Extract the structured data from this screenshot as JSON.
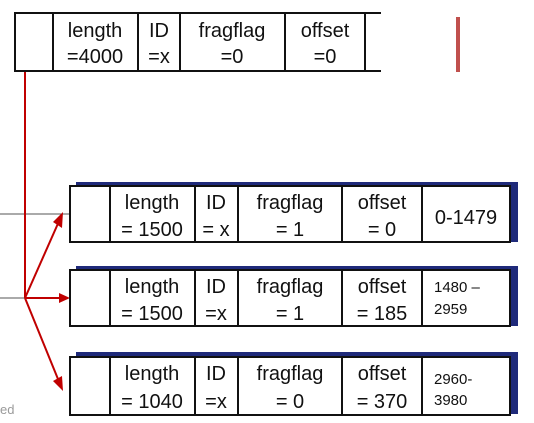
{
  "colors": {
    "original_shadow": "#c0504d",
    "fragment_shadow": "#1f2a7a",
    "arrow": "#c00000",
    "border": "#111111"
  },
  "original": {
    "length_label": "length",
    "length_value": "=4000",
    "id_label": "ID",
    "id_value": "=x",
    "fragflag_label": "fragflag",
    "fragflag_value": "=0",
    "offset_label": "offset",
    "offset_value": "=0"
  },
  "fragments": [
    {
      "length_label": "length",
      "length_value": "= 1500",
      "id_label": "ID",
      "id_value": "= x",
      "fragflag_label": "fragflag",
      "fragflag_value": "= 1",
      "offset_label": "offset",
      "offset_value": "= 0",
      "range": [
        "0-1479"
      ]
    },
    {
      "length_label": "length",
      "length_value": "= 1500",
      "id_label": "ID",
      "id_value": "=x",
      "fragflag_label": "fragflag",
      "fragflag_value": "= 1",
      "offset_label": "offset",
      "offset_value": "= 185",
      "range": [
        "1480 –",
        "2959"
      ]
    },
    {
      "length_label": "length",
      "length_value": "= 1040",
      "id_label": "ID",
      "id_value": "=x",
      "fragflag_label": "fragflag",
      "fragflag_value": "= 0",
      "offset_label": "offset",
      "offset_value": "= 370",
      "range": [
        "2960-",
        "3980"
      ]
    }
  ],
  "cut_text": "ed"
}
